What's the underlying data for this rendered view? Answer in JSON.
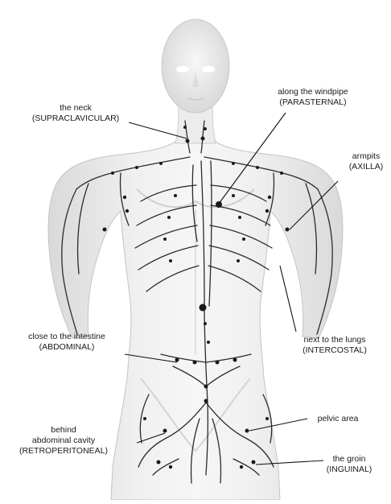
{
  "labels": {
    "neck": {
      "title": "the neck",
      "sub": "(SUPRACLAVICULAR)"
    },
    "windpipe": {
      "title": "along the windpipe",
      "sub": "(PARASTERNAL)"
    },
    "armpits": {
      "title": "armpits",
      "sub": "(AXILLA)"
    },
    "intestine": {
      "title": "close to the intestine",
      "sub": "(ABDOMINAL)"
    },
    "lungs": {
      "title": "next to the lungs",
      "sub": "(INTERCOSTAL)"
    },
    "pelvic": {
      "title": "pelvic area",
      "sub": ""
    },
    "behind": {
      "title": "behind",
      "sub": "abdominal cavity",
      "sub2": "(RETROPERITONEAL)"
    },
    "groin": {
      "title": "the groin",
      "sub": "(INGUINAL)"
    }
  },
  "colors": {
    "skin": "#e9e9e9",
    "skin_shadow": "#cfcfcf",
    "vessel": "#2b2b2b",
    "node": "#1a1a1a",
    "leader": "#111111"
  }
}
